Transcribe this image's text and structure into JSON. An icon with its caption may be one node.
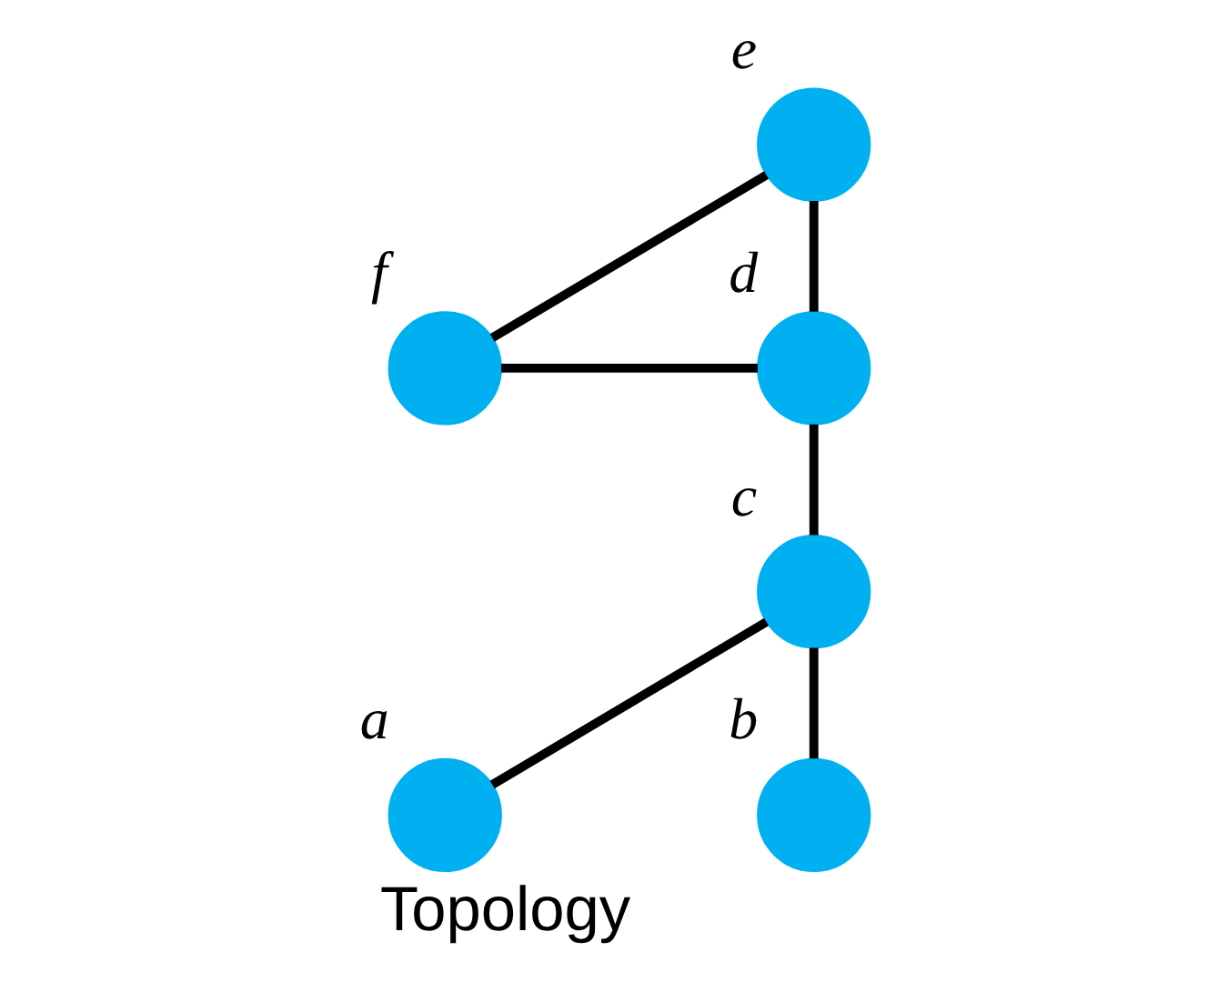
{
  "diagram": {
    "caption": "Topology",
    "nodes": [
      {
        "text": [],
        "shape": "circle",
        "beside": [
          "e"
        ]
      },
      {
        "text": [],
        "shape": "circle",
        "beside": [
          "d"
        ]
      },
      {
        "text": [],
        "shape": "circle",
        "beside": [
          "f"
        ]
      },
      {
        "text": [],
        "shape": "circle",
        "beside": [
          "c"
        ]
      },
      {
        "text": [],
        "shape": "circle",
        "beside": [
          "a"
        ]
      },
      {
        "text": [],
        "shape": "circle",
        "beside": [
          "b"
        ]
      }
    ],
    "edges": [
      {
        "from": 0,
        "to": 2,
        "arrow": "none"
      },
      {
        "from": 0,
        "to": 1,
        "arrow": "none"
      },
      {
        "from": 2,
        "to": 1,
        "arrow": "none"
      },
      {
        "from": 1,
        "to": 3,
        "arrow": "none"
      },
      {
        "from": 3,
        "to": 4,
        "arrow": "none"
      },
      {
        "from": 3,
        "to": 5,
        "arrow": "none"
      }
    ]
  }
}
